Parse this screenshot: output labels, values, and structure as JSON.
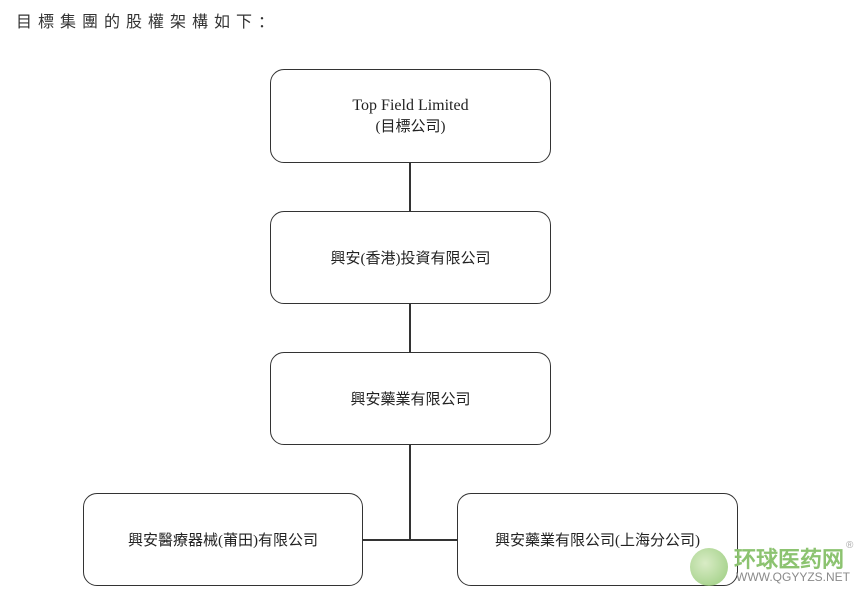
{
  "heading": "目標集團的股權架構如下：",
  "boxes": {
    "top": {
      "name": "Top Field Limited",
      "sub": "(目標公司)"
    },
    "hk": {
      "name": "興安(香港)投資有限公司"
    },
    "pharma": {
      "name": "興安藥業有限公司"
    },
    "medical": {
      "name": "興安醫療器械(莆田)有限公司"
    },
    "shanghai": {
      "name": "興安藥業有限公司(上海分公司)"
    }
  },
  "watermark": {
    "cn": "环球医药网",
    "en": "WWW.QGYYZS.NET",
    "reg": "®"
  }
}
